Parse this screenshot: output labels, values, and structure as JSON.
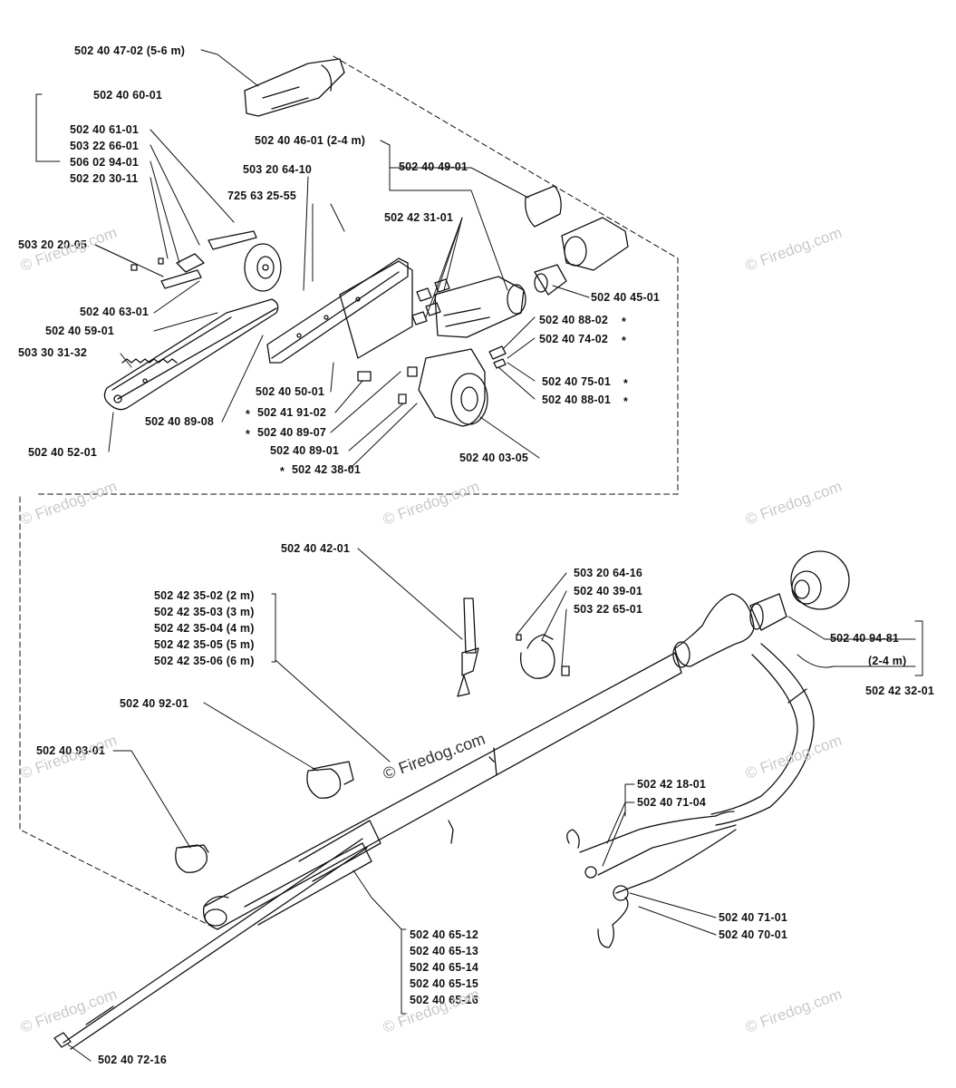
{
  "labels": {
    "l1": "502 40 47-02 (5-6 m)",
    "l2": "502 40 60-01",
    "l3": "502 40 61-01",
    "l4": "503 22 66-01",
    "l5": "506 02 94-01",
    "l6": "502 20 30-11",
    "l7": "503 20 20-05",
    "l8": "502 40 63-01",
    "l9": "502 40 59-01",
    "l10": "503 30 31-32",
    "l11": "502 40 52-01",
    "l12": "502 40 89-08",
    "l13": "502 40 50-01",
    "l14": "502 41 91-02",
    "l15": "502 40 89-07",
    "l16": "502 40 89-01",
    "l17": "502 42 38-01",
    "l18": "503 20 64-10",
    "l19": "725 63 25-55",
    "l20": "502 40 46-01 (2-4 m)",
    "l21": "502 40 49-01",
    "l22": "502 42 31-01",
    "l23": "502 40 45-01",
    "l24": "502 40 88-02",
    "l25": "502 40 74-02",
    "l26": "502 40 75-01",
    "l27": "502 40 88-01",
    "l28": "502 40 03-05",
    "l29": "502 40 42-01",
    "l30": "503 20 64-16",
    "l31": "502 40 39-01",
    "l32": "503 22 65-01",
    "l33": "502 42 35-02 (2 m)",
    "l34": "502 42 35-03 (3 m)",
    "l35": "502 42 35-04 (4 m)",
    "l36": "502 42 35-05 (5 m)",
    "l37": "502 42 35-06 (6 m)",
    "l38": "502 40 92-01",
    "l39": "502 40 93-01",
    "l40": "502 40 94-81",
    "l41": "(2-4 m)",
    "l42": "502 42 32-01",
    "l43": "502 42 18-01",
    "l44": "502 40 71-04",
    "l45": "502 40 71-01",
    "l46": "502 40 70-01",
    "l47": "502 40 65-12",
    "l48": "502 40 65-13",
    "l49": "502 40 65-14",
    "l50": "502 40 65-15",
    "l51": "502 40 65-16",
    "l52": "502 40 72-16"
  },
  "asterisk": "*",
  "watermark": "© Firedog.com",
  "colors": {
    "line": "#111111",
    "watermark": "#c9c9c9"
  }
}
